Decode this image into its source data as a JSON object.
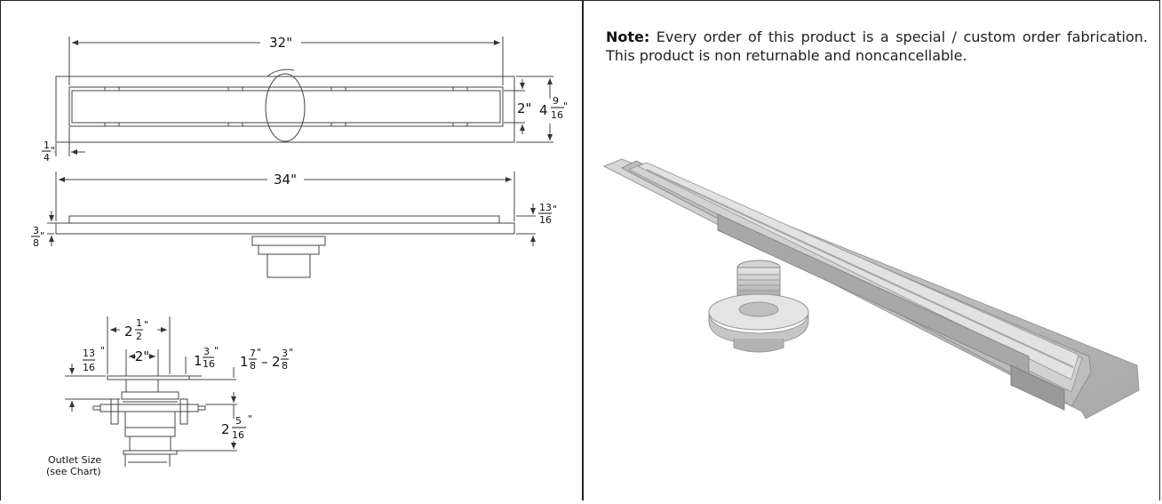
{
  "note": {
    "label": "Note:",
    "text": "Every order of this product is a special / custom order fabrication. This product is non returnable and noncancellable."
  },
  "top_view": {
    "length": "32\"",
    "inner_width": "2\"",
    "outer_width_whole": "4",
    "outer_width_num": "9",
    "outer_width_den": "16",
    "flange_num": "1",
    "flange_den": "4"
  },
  "side_view": {
    "length": "34\"",
    "height_num": "13",
    "height_den": "16",
    "flange_num": "3",
    "flange_den": "8"
  },
  "outlet_view": {
    "flange_whole": "2",
    "flange_num": "1",
    "flange_den": "2",
    "inner": "2\"",
    "top_num": "13",
    "top_den": "16",
    "collar_whole": "1",
    "collar_num": "3",
    "collar_den": "16",
    "adjust_from_whole": "1",
    "adjust_from_num": "7",
    "adjust_from_den": "8",
    "adjust_to_whole": "2",
    "adjust_to_num": "3",
    "adjust_to_den": "8",
    "body_whole": "2",
    "body_num": "5",
    "body_den": "16",
    "outlet_label_1": "Outlet Size",
    "outlet_label_2": "(see Chart)"
  },
  "colors": {
    "line": "#333333",
    "steel_light": "#d9d9d9",
    "steel_mid": "#b5b5b5",
    "steel_dark": "#8c8c8c"
  }
}
